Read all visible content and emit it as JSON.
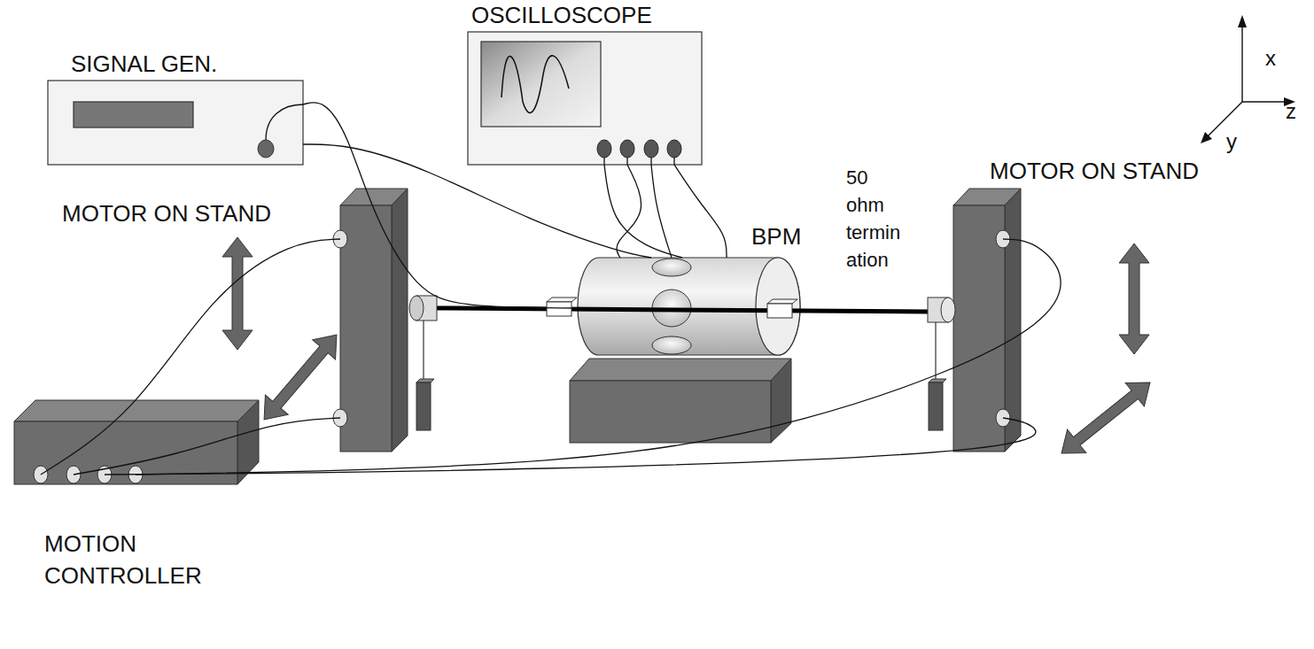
{
  "diagram": {
    "nodes": [
      {
        "text": [
          "SIGNAL GEN."
        ]
      },
      {
        "text": [
          "OSCILLOSCOPE"
        ]
      },
      {
        "text": [
          "MOTOR ON STAND"
        ]
      },
      {
        "text": [
          "BPM"
        ]
      },
      {
        "text": [
          "MOTOR ON STAND"
        ]
      },
      {
        "text": [
          "MOTION CONTROLLER"
        ]
      }
    ],
    "edges": [
      {
        "from": 0,
        "to": 3,
        "arrow": "none"
      },
      {
        "from": 0,
        "to": 3,
        "arrow": "none"
      },
      {
        "from": 1,
        "to": 3,
        "arrow": "none"
      },
      {
        "from": 1,
        "to": 3,
        "arrow": "none"
      },
      {
        "from": 1,
        "to": 3,
        "arrow": "none"
      },
      {
        "from": 1,
        "to": 3,
        "arrow": "none"
      },
      {
        "from": 5,
        "to": 2,
        "arrow": "none"
      },
      {
        "from": 5,
        "to": 2,
        "arrow": "none"
      },
      {
        "from": 5,
        "to": 4,
        "arrow": "none"
      },
      {
        "from": 5,
        "to": 4,
        "arrow": "none"
      }
    ],
    "labels": [
      "50 ohm termin ation",
      "x",
      "z",
      "y"
    ]
  }
}
